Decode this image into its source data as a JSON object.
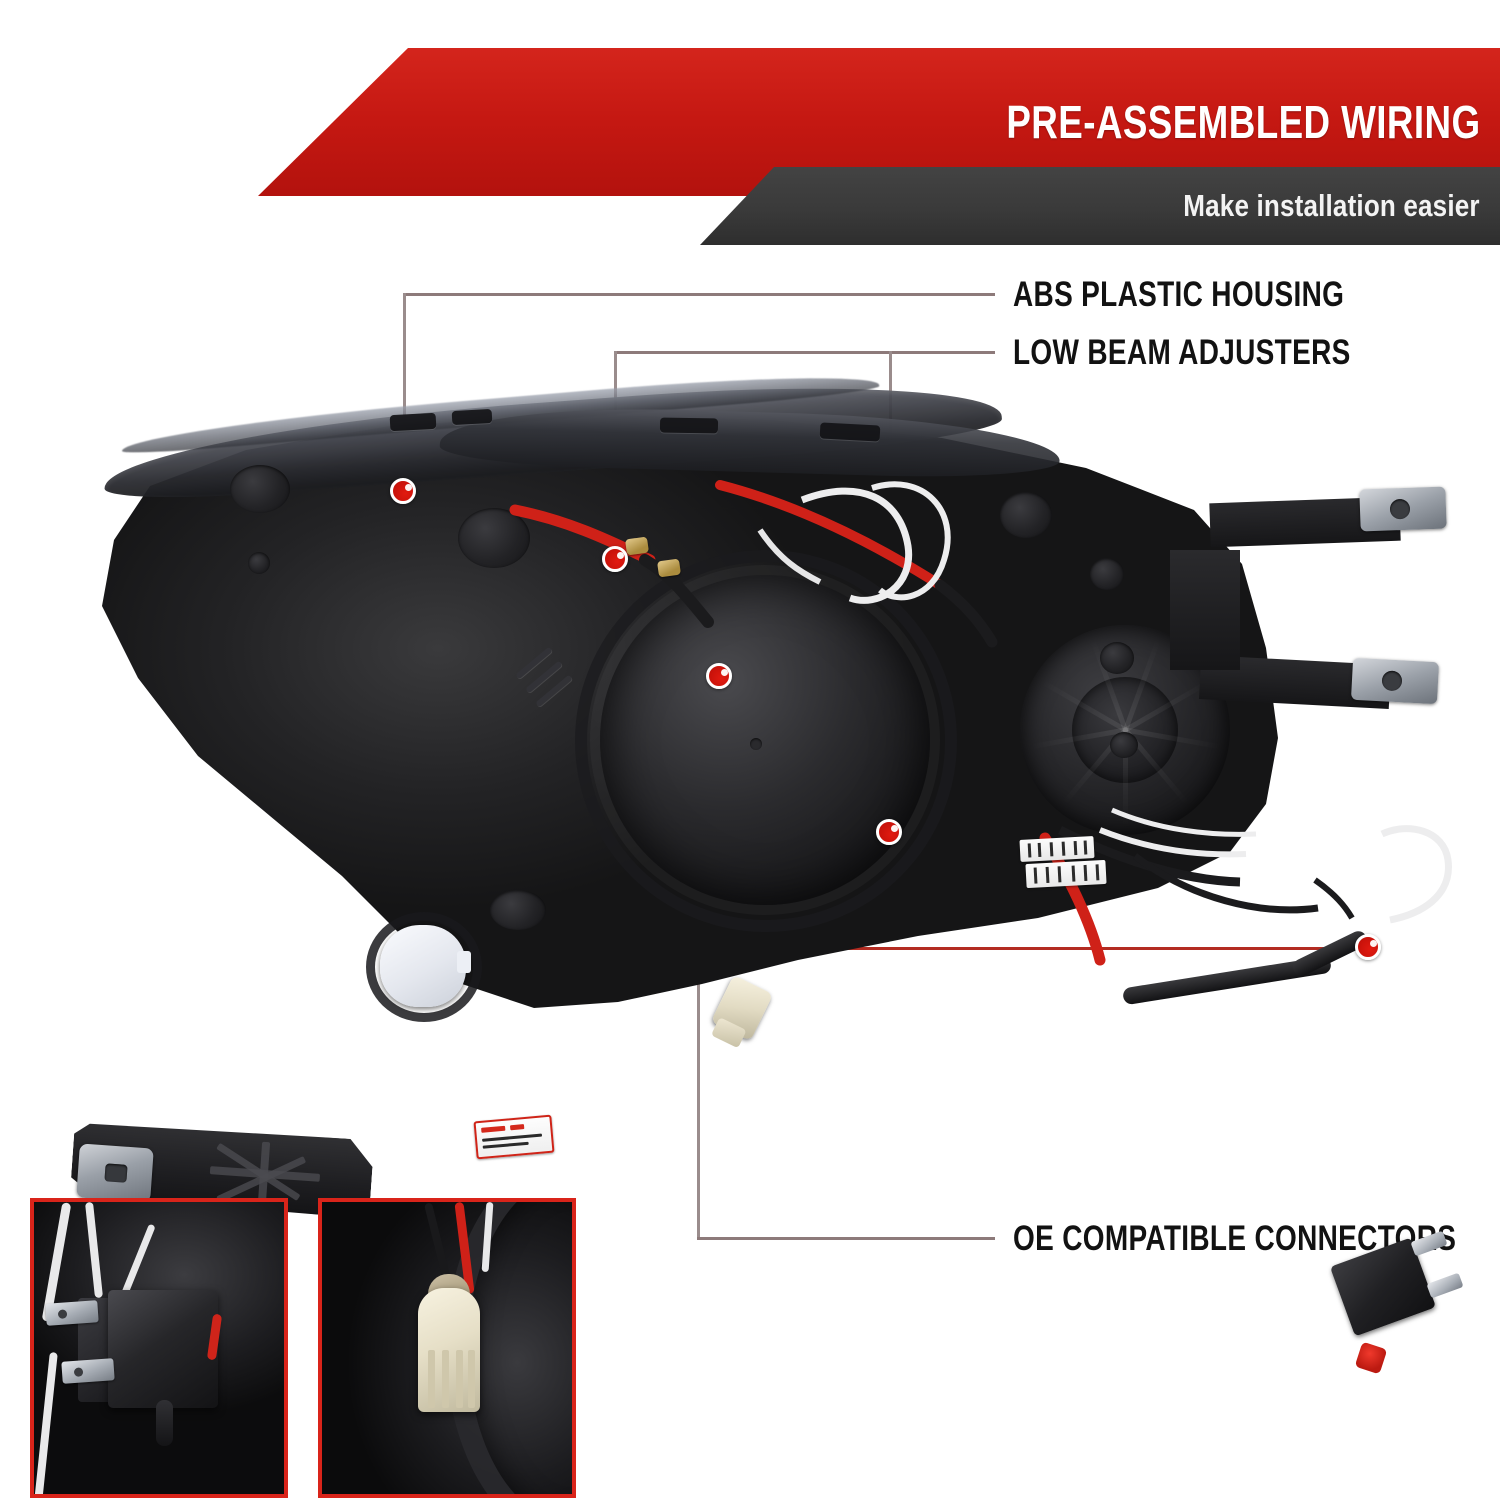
{
  "header": {
    "title": "PRE-ASSEMBLED WIRING",
    "subtitle": "Make installation easier",
    "red_color": "#c51812",
    "dark_color": "#3a3a3a"
  },
  "callouts": [
    {
      "id": "abs-plastic-housing",
      "label": "ABS PLASTIC HOUSING"
    },
    {
      "id": "low-beam-adjusters",
      "label": "LOW BEAM ADJUSTERS"
    },
    {
      "id": "oe-compatible-connectors",
      "label": "OE COMPATIBLE CONNECTORS"
    }
  ],
  "markers": {
    "count": 5,
    "color": "#c8120a",
    "ring_color": "#ffffff"
  },
  "leader_lines": {
    "color": "#8d7a7a",
    "highlight_color": "#b32c22"
  },
  "product": {
    "name": "headlight-assembly",
    "view": "rear-three-quarter"
  },
  "insets": [
    {
      "id": "inset-connector",
      "name": "black-connector-closeup",
      "border_color": "#d9241a"
    },
    {
      "id": "inset-socket",
      "name": "bulb-socket-closeup",
      "border_color": "#d9241a"
    }
  ]
}
